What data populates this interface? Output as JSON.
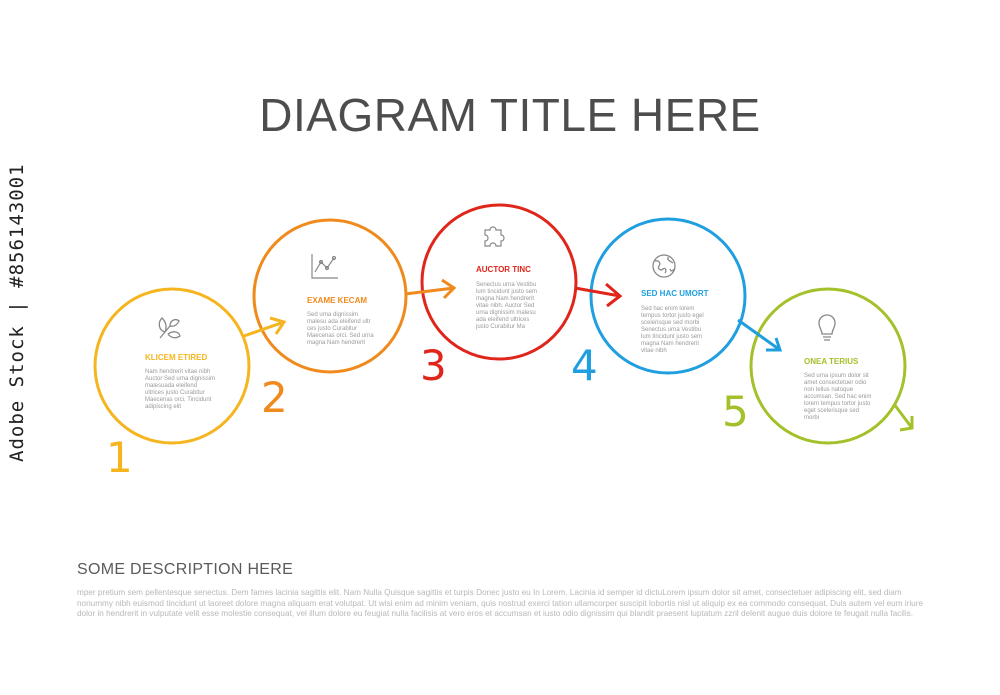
{
  "title": "DIAGRAM TITLE HERE",
  "side_watermark": "Adobe Stock | #856143001",
  "steps": [
    {
      "number": "1",
      "heading": "KLICEM ETIRED",
      "icon": "leaves-icon",
      "color": "#f5b51f",
      "lines": [
        "Nam hendrerit vitae nibh",
        "Auctor Sed urna dignissim",
        "malesuada eleifend",
        "ultrices justo Curabitur",
        "Maecenas orci. Tincidunt",
        "adipiscing elit"
      ]
    },
    {
      "number": "2",
      "heading": "EXAME KECAM",
      "icon": "line-chart-icon",
      "color": "#f08a1c",
      "lines": [
        "Sed urna dignissim",
        "malesu ada eleifend ultr",
        "ces justo Curabitur",
        "Maecenas orci. Sed urna",
        "magna Nam hendrerit"
      ]
    },
    {
      "number": "3",
      "heading": "AUCTOR TINC",
      "icon": "puzzle-icon",
      "color": "#e0251b",
      "lines": [
        "Senectus urna Vestibu",
        "lum tincidunt justo sem",
        "magna Nam hendrerit",
        "vitae nibh. Auctor Sed",
        "urna dignissim malesu",
        "ada eleifend ultrices",
        "justo Curabitur Ma"
      ]
    },
    {
      "number": "4",
      "heading": "SED HAC UMORT",
      "icon": "globe-icon",
      "color": "#1f9fe0",
      "lines": [
        "Sed hac enim lorem",
        "tempus tortor justo egel",
        "scelerisque sed morbi",
        "Senectus urna Vestibu",
        "lum tincidunt justo sem",
        "magna Nam hendrerit",
        "vitae nibh"
      ]
    },
    {
      "number": "5",
      "heading": "ONEA TERIUS",
      "icon": "lightbulb-icon",
      "color": "#a3c12a",
      "lines": [
        "Sed urna ipsum dolor sit",
        "amet consectetuer odio",
        "non tellus natoque",
        "accumsan. Sed hac enim",
        "lorem tempus tortor justo",
        "eget scelerisque sed",
        "morbi"
      ]
    }
  ],
  "description": {
    "title": "SOME DESCRIPTION HERE",
    "body": "mper pretium sem pellentesque senectus. Dem fames lacinia sagittis elit. Nam Nulla Quisque sagittis et turpis Donec justo eu In Lorem. Lacinia id semper id dictuLorem ipsum dolor sit amet, consectetuer adipiscing elit, sed diam nonummy nibh euismod tincidunt ut laoreet dolore magna aliquam erat volutpat. Ut wisi enim ad minim veniam, quis nostrud exerci tation ullamcorper suscipit lobortis nisl ut aliquip ex ea commodo consequat. Duis autem vel eum iriure dolor in hendrerit in vulputate velit esse molestie consequat, vel illum dolore eu feugiat nulla facilisis at vero eros et accumsan et iusto odio dignissim qui blandit praesent luptatum zzril delenit augue duis dolore te feugait nulla facilis."
  }
}
